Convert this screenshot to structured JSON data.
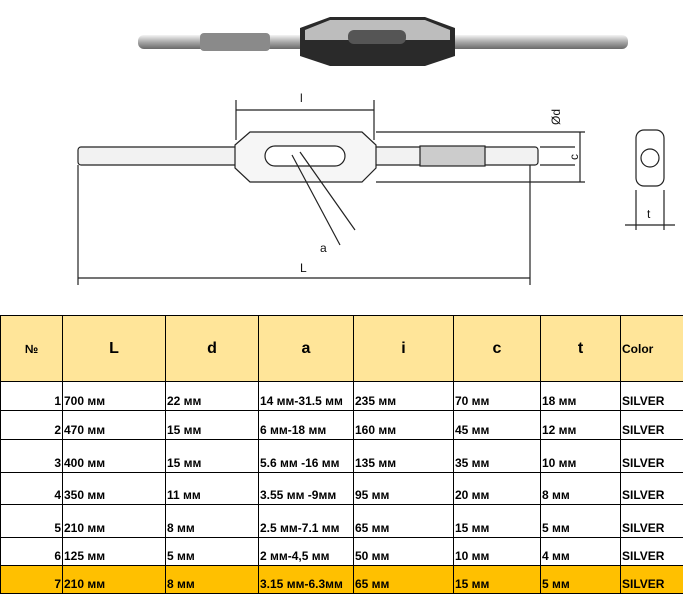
{
  "diagram": {
    "labels": {
      "l": "l",
      "d": "Ød",
      "c": "c",
      "a": "a",
      "L": "L",
      "t": "t"
    }
  },
  "table": {
    "headers": [
      "№",
      "L",
      "d",
      "a",
      "i",
      "c",
      "t",
      "Color"
    ],
    "rows": [
      [
        "1",
        "700 мм",
        "22 мм",
        "14 мм-31.5 мм",
        "235 мм",
        "70 мм",
        "18 мм",
        "SILVER"
      ],
      [
        "2",
        "470 мм",
        "15 мм",
        "6 мм-18 мм",
        "160 мм",
        "45 мм",
        "12 мм",
        "SILVER"
      ],
      [
        "3",
        "400 мм",
        "15 мм",
        "5.6 мм -16 мм",
        "135 мм",
        "35 мм",
        "10 мм",
        "SILVER"
      ],
      [
        "4",
        "350 мм",
        "11 мм",
        "3.55 мм -9мм",
        "95 мм",
        "20 мм",
        "8 мм",
        "SILVER"
      ],
      [
        "5",
        "210 мм",
        "8 мм",
        "2.5 мм-7.1 мм",
        "65 мм",
        "15 мм",
        "5 мм",
        "SILVER"
      ],
      [
        "6",
        "125 мм",
        "5 мм",
        "2 мм-4,5 мм",
        "50 мм",
        "10 мм",
        "4 мм",
        "SILVER"
      ],
      [
        "7",
        "210 мм",
        "8 мм",
        "3.15 мм-6.3мм",
        "65 мм",
        "15 мм",
        "5 мм",
        "SILVER"
      ]
    ],
    "highlight_color": "#FFC000",
    "header_color": "#FFE599"
  }
}
